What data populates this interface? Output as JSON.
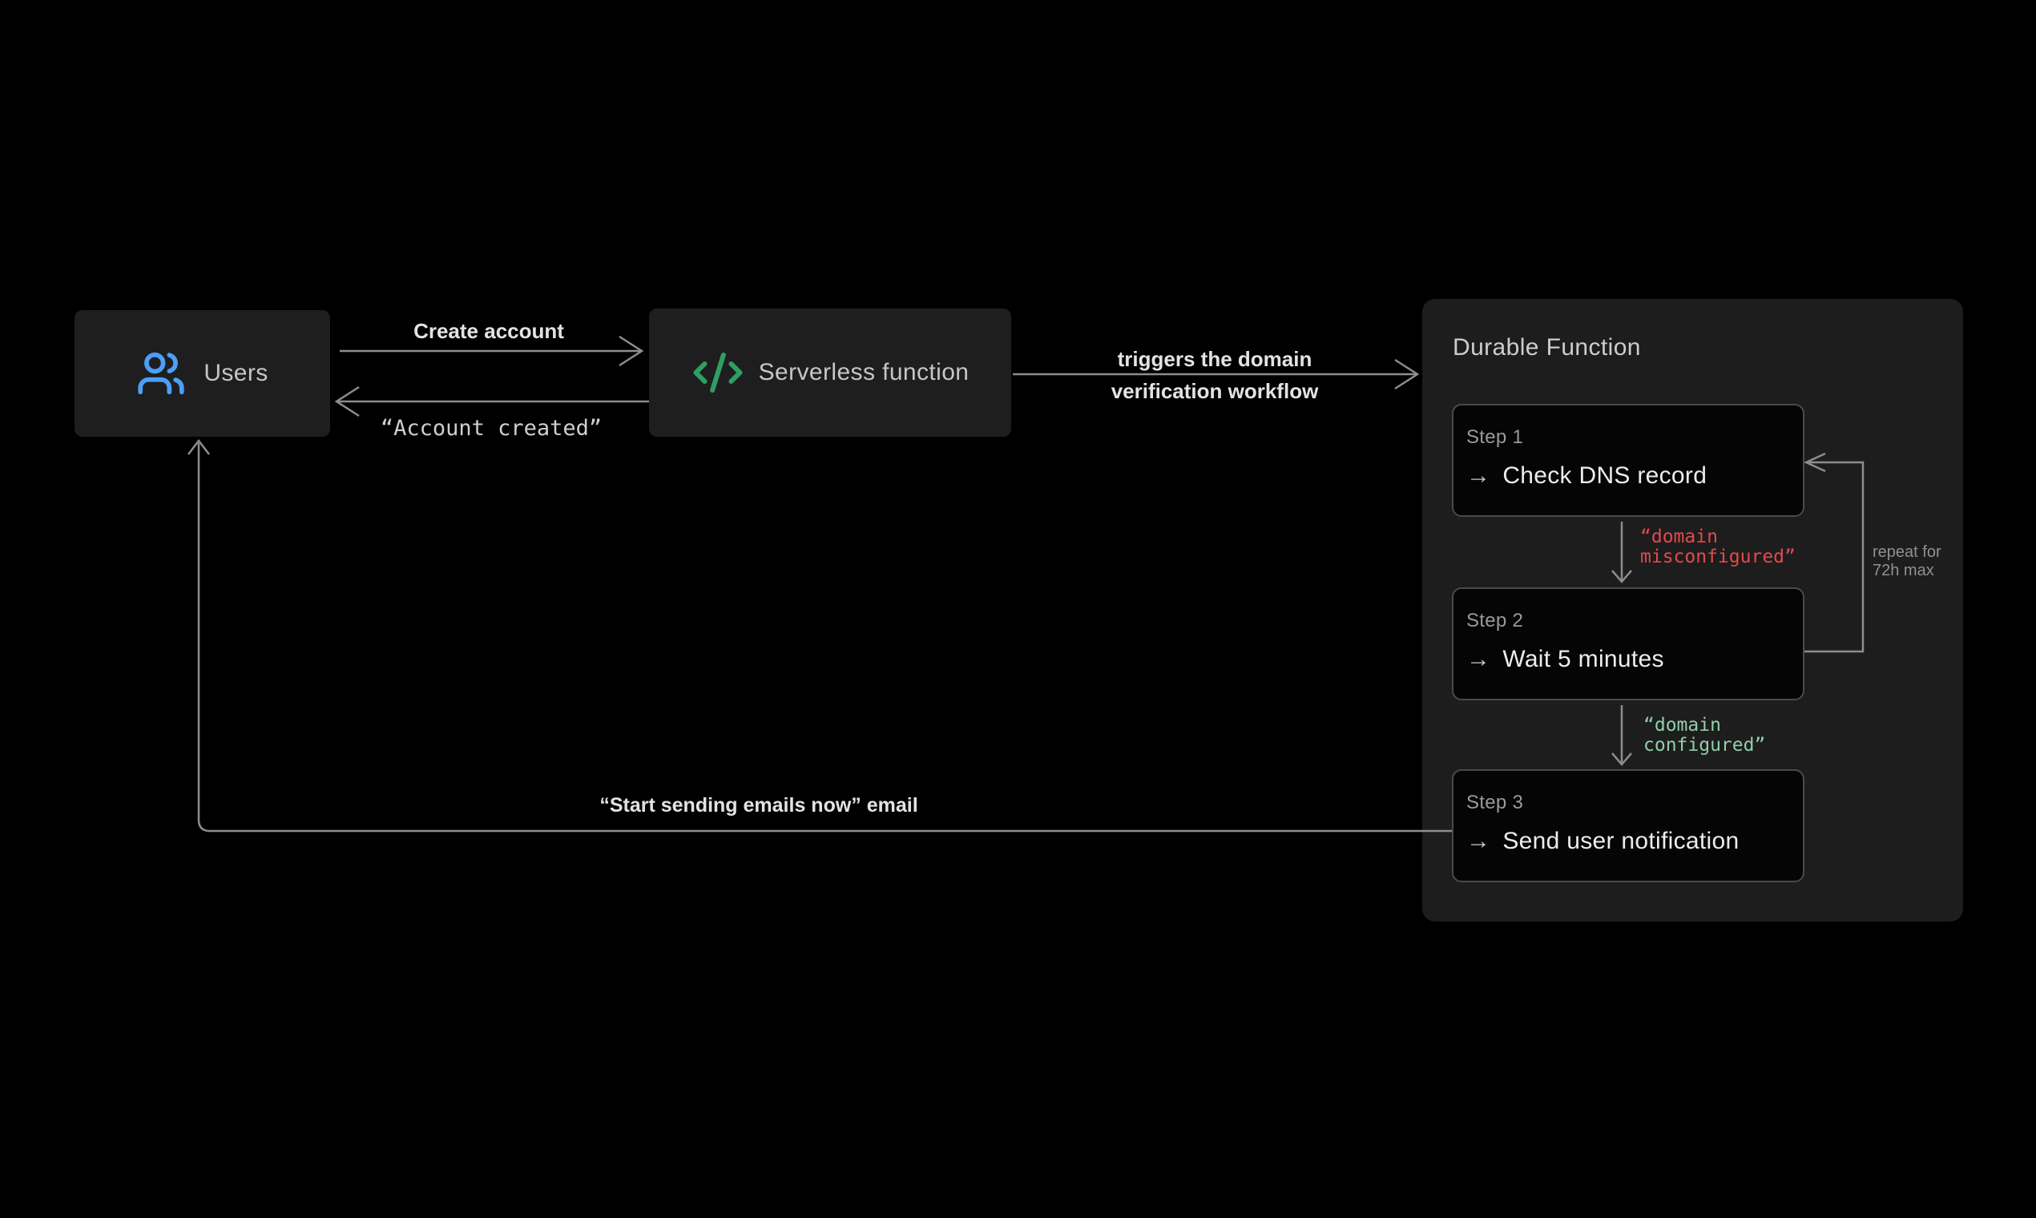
{
  "colors": {
    "background": "#000000",
    "node_bg": "#1e1e1e",
    "panel_bg": "#1d1d1d",
    "card_bg": "#050505",
    "card_border": "#4a4a4a",
    "line": "#8d8d8d",
    "text_primary": "#ececec",
    "text_muted": "#9a9a9a",
    "users_icon_blue": "#4b9ff8",
    "code_icon_green": "#2f9e63",
    "error_red": "#e5484d",
    "success_green": "#8fcfa9"
  },
  "nodes": {
    "users": {
      "label": "Users",
      "icon": "users-icon"
    },
    "serverless": {
      "label": "Serverless function",
      "icon": "code-icon"
    },
    "durable": {
      "title": "Durable Function",
      "steps": [
        {
          "label": "Step 1",
          "action": "Check DNS record"
        },
        {
          "label": "Step 2",
          "action": "Wait 5 minutes"
        },
        {
          "label": "Step 3",
          "action": "Send user notification"
        }
      ]
    }
  },
  "glyphs": {
    "step_arrow": "→"
  },
  "edges": {
    "create_account": {
      "label": "Create account"
    },
    "account_created": {
      "label": "“Account created”"
    },
    "triggers_workflow": {
      "line1": "triggers the domain",
      "line2": "verification workflow"
    },
    "domain_misconfigured": {
      "line1": "“domain",
      "line2": "misconfigured”"
    },
    "domain_configured": {
      "line1": "“domain",
      "line2": "configured”"
    },
    "repeat_note": {
      "line1": "repeat for",
      "line2": "72h max"
    },
    "start_sending_email": {
      "label": "“Start sending emails now” email"
    }
  }
}
